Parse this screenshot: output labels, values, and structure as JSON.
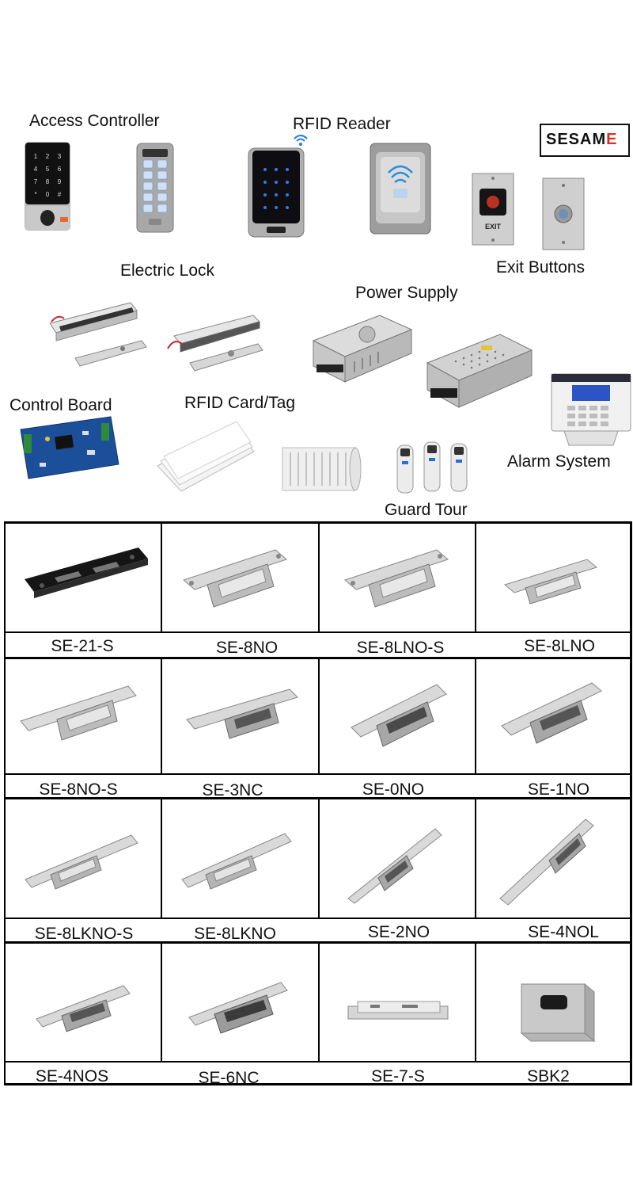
{
  "overview": {
    "access_controller": "Access Controller",
    "rfid_reader": "RFID Reader",
    "brand": "SESAME",
    "exit_buttons": "Exit Buttons",
    "exit_text": "EXIT",
    "electric_lock": "Electric Lock",
    "power_supply": "Power Supply",
    "control_board": "Control Board",
    "rfid_card_tag": "RFID Card/Tag",
    "alarm_system": "Alarm System",
    "guard_tour": "Guard Tour"
  },
  "catalog": {
    "rows": [
      [
        "SE-21-S",
        "SE-8NO",
        "SE-8LNO-S",
        "SE-8LNO"
      ],
      [
        "SE-8NO-S",
        "SE-3NC",
        "SE-0NO",
        "SE-1NO"
      ],
      [
        "SE-8LKNO-S",
        "SE-8LKNO",
        "SE-2NO",
        "SE-4NOL"
      ],
      [
        "SE-4NOS",
        "SE-6NC",
        "SE-7-S",
        "SBK2"
      ]
    ]
  },
  "colors": {
    "brand_red": "#d6332b",
    "wifi_blue": "#1e7fd8",
    "keypad_blue": "#2a6fd0"
  }
}
